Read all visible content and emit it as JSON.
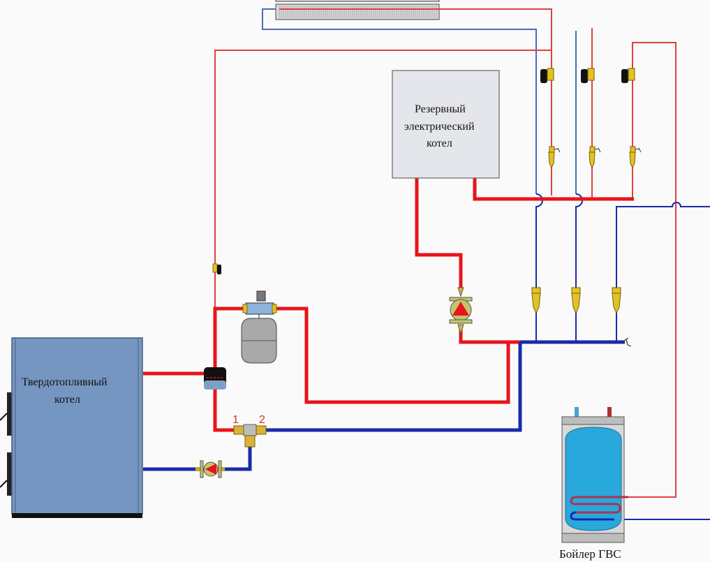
{
  "colors": {
    "supply": "#e8141b",
    "return": "#1a2aa8",
    "return_light": "#4b6cb7",
    "supply_light": "#e04040",
    "solid_boiler": "#7596c1",
    "electric_boiler": "#e4e6ec",
    "tank_water": "#29a8dc",
    "brass": "#e3c227"
  },
  "labels": {
    "solid_fuel_boiler": [
      "Твердотопливный",
      "котел"
    ],
    "electric_boiler": [
      "Резервный",
      "электрический",
      "котел"
    ],
    "dhw_boiler": "Бойлер ГВС",
    "mixing_valve_port_1": "1",
    "mixing_valve_port_2": "2"
  },
  "components": [
    {
      "id": "solid-fuel-boiler",
      "type": "boiler"
    },
    {
      "id": "electric-boiler",
      "type": "boiler"
    },
    {
      "id": "dhw-tank",
      "type": "indirect-water-heater"
    },
    {
      "id": "expansion-tank",
      "type": "membrane-tank"
    },
    {
      "id": "circulation-pump-solid",
      "type": "pump"
    },
    {
      "id": "circulation-pump-electric",
      "type": "pump"
    },
    {
      "id": "three-way-valve",
      "type": "mixing-valve"
    },
    {
      "id": "radiator",
      "type": "radiator"
    },
    {
      "id": "thermostatic-heads",
      "count": 3
    },
    {
      "id": "return-valves",
      "count": 3
    },
    {
      "id": "supply-ball-valves",
      "count": 3
    }
  ]
}
